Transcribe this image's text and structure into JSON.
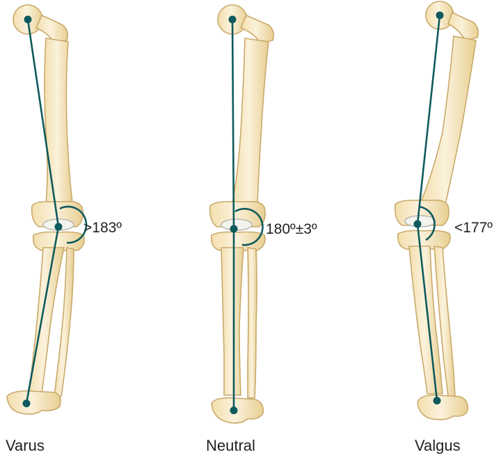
{
  "panels": [
    {
      "id": "varus",
      "caption": "Varus",
      "angle_label": ">183º"
    },
    {
      "id": "neutral",
      "caption": "Neutral",
      "angle_label": "180º±3º"
    },
    {
      "id": "valgus",
      "caption": "Valgus",
      "angle_label": "<177º"
    }
  ],
  "colors": {
    "bone_fill": "#f6e9c6",
    "bone_stroke": "#c9a96a",
    "bone_shadow": "#ecd9a8",
    "axis_line": "#0f5a5c",
    "text": "#1f1f1f"
  }
}
